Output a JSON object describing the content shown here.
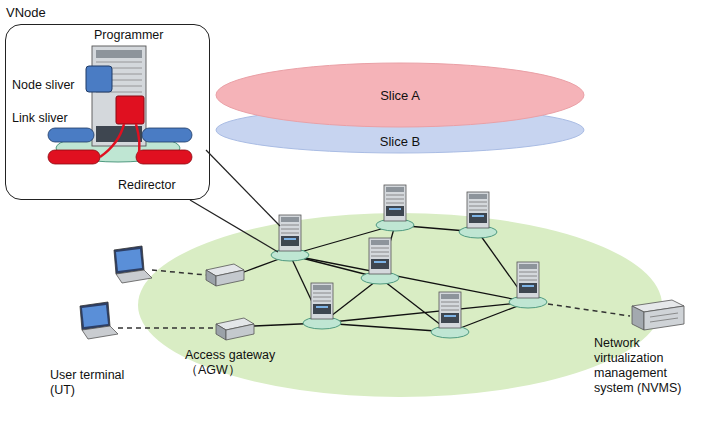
{
  "diagram": {
    "nodes": [
      {
        "text": [
          "VNode"
        ]
      },
      {
        "text": [
          "Slice A"
        ]
      },
      {
        "text": [
          "Slice B"
        ]
      }
    ],
    "labels": [
      "Programmer",
      "Node sliver",
      "Link sliver",
      "Redirector",
      "User terminal (UT)",
      "Access gateway （AGW）",
      "Network virtualization management system (NVMS)"
    ]
  }
}
